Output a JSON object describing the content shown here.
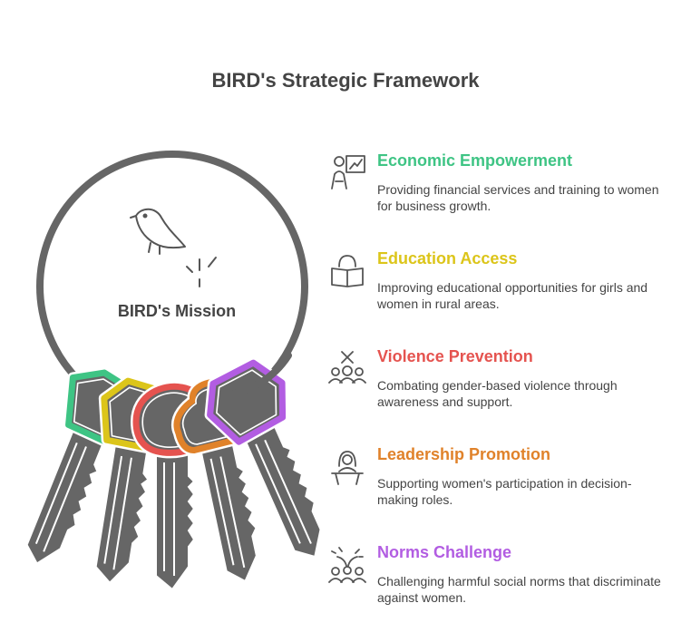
{
  "title": "BIRD's Strategic Framework",
  "center": {
    "label": "BIRD's Mission",
    "icon": "bird-icon"
  },
  "items": [
    {
      "title": "Economic Empowerment",
      "description": "Providing financial services and training to women for business growth.",
      "color": "#3EC484",
      "icon": "teacher-chart-icon"
    },
    {
      "title": "Education Access",
      "description": "Improving educational opportunities for girls and women in rural areas.",
      "color": "#DCC51A",
      "icon": "reader-book-icon"
    },
    {
      "title": "Violence Prevention",
      "description": "Combating gender-based violence through awareness and support.",
      "color": "#E5534F",
      "icon": "group-cross-icon"
    },
    {
      "title": "Leadership Promotion",
      "description": "Supporting women's participation in decision-making roles.",
      "color": "#E0822A",
      "icon": "speaker-podium-icon"
    },
    {
      "title": "Norms Challenge",
      "description": "Challenging harmful social norms that discriminate against women.",
      "color": "#B25DE2",
      "icon": "group-burst-icon"
    }
  ]
}
